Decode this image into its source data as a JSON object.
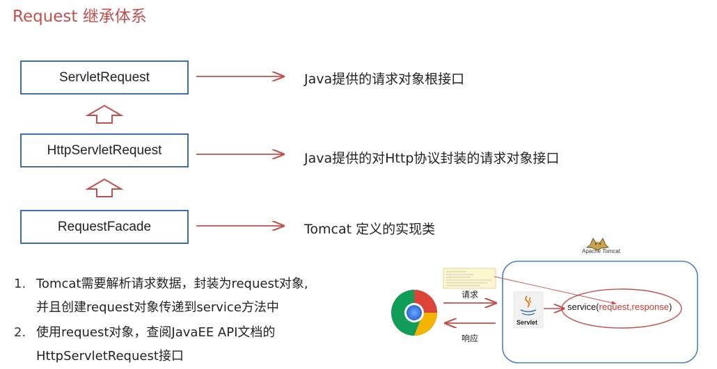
{
  "title": "Request 继承体系",
  "hierarchy": [
    {
      "name": "ServletRequest",
      "desc": "Java提供的请求对象根接口"
    },
    {
      "name": "HttpServletRequest",
      "desc": "Java提供的对Http协议封装的请求对象接口"
    },
    {
      "name": "RequestFacade",
      "desc": "Tomcat 定义的实现类"
    }
  ],
  "notes": [
    {
      "num": "1.",
      "lines": [
        "Tomcat需要解析请求数据，封装为request对象,",
        "并且创建request对象传递到service方法中"
      ]
    },
    {
      "num": "2.",
      "lines": [
        "使用request对象，查阅JavaEE API文档的",
        "HttpServletRequest接口"
      ]
    }
  ],
  "illustration": {
    "server_label": "Apache Tomcat",
    "request_label": "请求",
    "response_label": "响应",
    "servlet_label": "Servlet",
    "service_prefix": "service(",
    "service_args": "request,response",
    "service_suffix": ")"
  },
  "colors": {
    "title": "#c0504d",
    "box_border": "#3e6eaa",
    "arrow": "#c0504d"
  },
  "icons": [
    "chrome-icon",
    "java-icon",
    "tomcat-icon",
    "inheritance-arrow-icon"
  ]
}
